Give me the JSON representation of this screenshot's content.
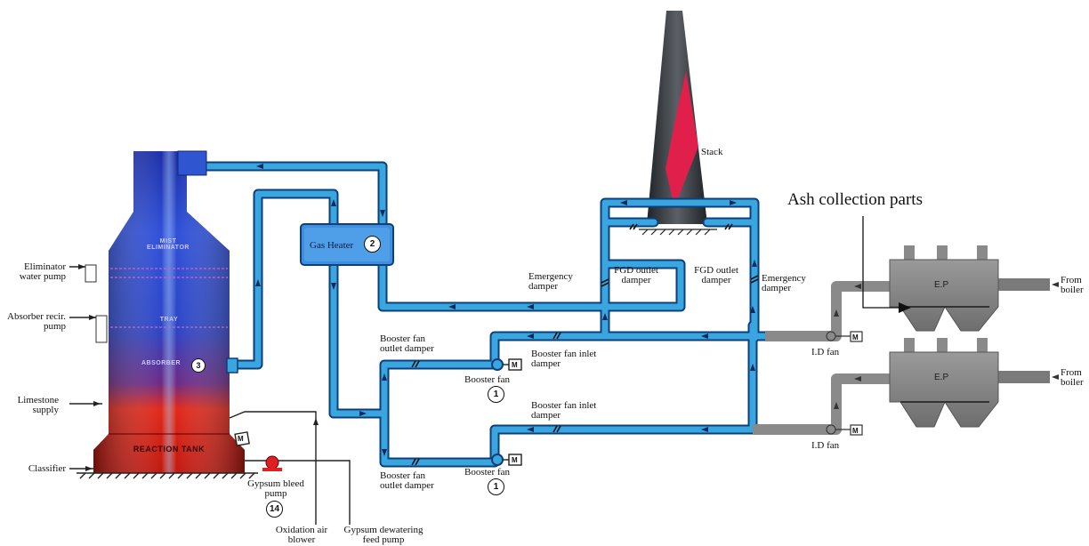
{
  "title": "Ash collection parts",
  "absorber": {
    "mist_eliminator": "MIST ELIMINATOR",
    "tray": "TRAY",
    "absorber": "ABSORBER",
    "absorber_number": "3",
    "reaction_tank": "REACTION TANK"
  },
  "gas_heater": {
    "label": "Gas Heater",
    "number": "2"
  },
  "stack": "Stack",
  "ep_label": "E.P",
  "left_labels": {
    "eliminator_pump": "Eliminator water pump",
    "absorber_pump": "Absorber recir. pump",
    "limestone": "Limestone supply",
    "classifier": "Classifier"
  },
  "bottom_labels": {
    "gypsum_bleed_pump": "Gypsum bleed pump",
    "gypsum_number": "14",
    "oxidation_blower": "Oxidation air blower",
    "gypsum_dewatering": "Gypsum dewatering feed pump"
  },
  "dampers": {
    "emergency_left": "Emergency damper",
    "emergency_right": "Emergency damper",
    "fgd_outlet_left": "FGD outlet damper",
    "fgd_outlet_right": "FGD outlet damper",
    "booster_outlet_top": "Booster fan outlet damper",
    "booster_inlet_top": "Booster fan inlet damper",
    "booster_inlet_bottom": "Booster fan inlet damper",
    "booster_outlet_bottom": "Booster fan outlet damper"
  },
  "fans": {
    "booster_fan_top": "Booster fan",
    "booster_fan_bottom": "Booster fan",
    "booster_number": "1",
    "id_fan_top": "I.D fan",
    "id_fan_bottom": "I.D fan",
    "motor": "M"
  },
  "from_boiler_top": "From boiler",
  "from_boiler_bottom": "From boiler",
  "colors": {
    "duct_blue": "#3aa6e0",
    "duct_outline": "#0d3f7a",
    "absorber_blue": "#1a3fc4",
    "reaction_red": "#e0201a",
    "stack_gray": "#303438",
    "stack_red": "#e0204a",
    "ep_gray": "#8d8d8d"
  }
}
